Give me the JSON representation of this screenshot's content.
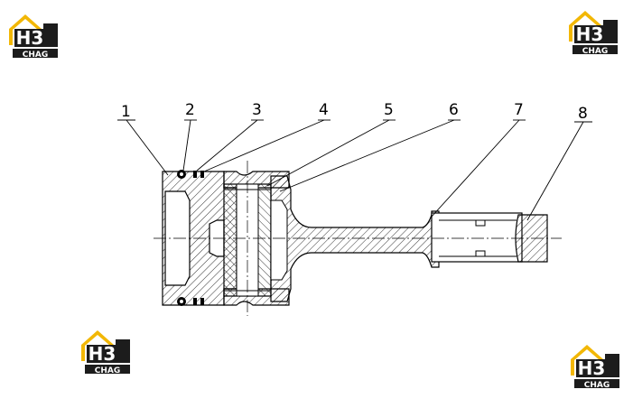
{
  "watermark": {
    "mark_text": "H3",
    "brand_text": "CHAG",
    "colors": {
      "yellow": "#f2b705",
      "dark": "#1c1c1c"
    }
  },
  "callouts": [
    "1",
    "2",
    "3",
    "4",
    "5",
    "6",
    "7",
    "8"
  ],
  "colors": {
    "line": "#000000",
    "hatch": "#000000",
    "background": "#ffffff"
  }
}
